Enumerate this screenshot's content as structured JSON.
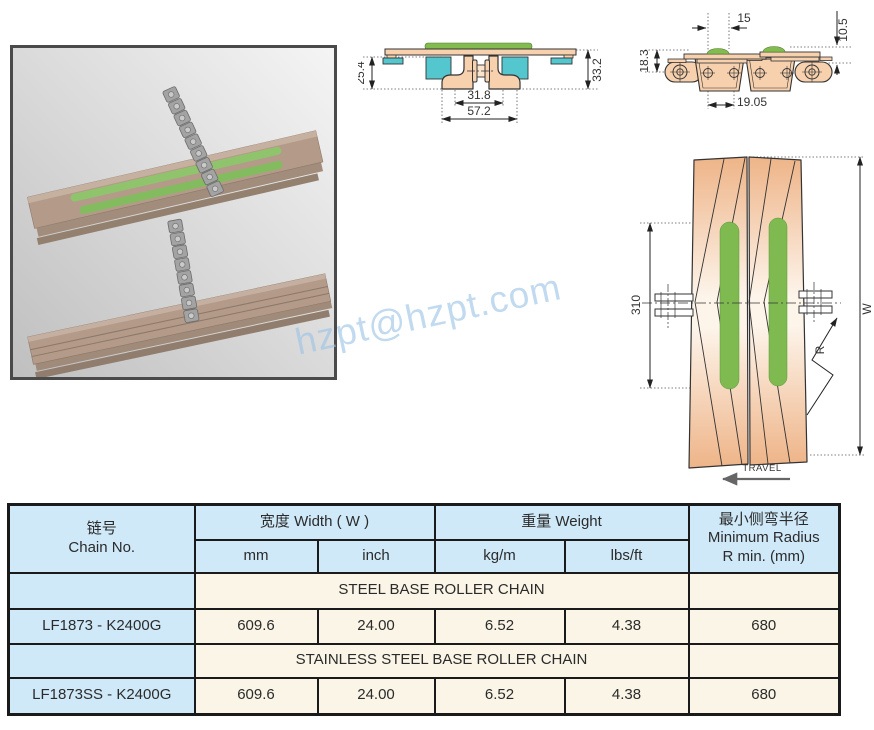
{
  "watermark": {
    "text": "hzpt@hzpt.com",
    "color": "#9cc4e6"
  },
  "drawings": {
    "colors": {
      "peach": "#f7d0ad",
      "teal": "#54c6cd",
      "green": "#82bb4f",
      "outline": "#333333"
    },
    "cross_section": {
      "dim_left": "25.4",
      "dim_right": "33.2",
      "dim_inner": "31.8",
      "dim_outer": "57.2"
    },
    "side_view": {
      "dim_top": "15",
      "dim_height": "10.5",
      "dim_left": "18.3",
      "dim_pitch": "19.05"
    },
    "top_view": {
      "dim_length": "310",
      "dim_width": "W",
      "dim_radius": "R",
      "travel": "TRAVEL"
    }
  },
  "table": {
    "colors": {
      "header_bg": "#cfe9f8",
      "cell_bg": "#faf5e6",
      "border": "#1a1a1a"
    },
    "header": {
      "chain_zh": "链号",
      "chain_en": "Chain No.",
      "width": "宽度 Width ( W )",
      "weight": "重量 Weight",
      "radius_zh": "最小侧弯半径",
      "radius_en1": "Minimum Radius",
      "radius_en2": "R min. (mm)"
    },
    "units": [
      "mm",
      "inch",
      "kg/m",
      "lbs/ft"
    ],
    "sections": [
      {
        "category": "STEEL BASE ROLLER CHAIN",
        "row": {
          "chain_no": "LF1873 - K2400G",
          "width_mm": "609.6",
          "width_inch": "24.00",
          "weight_kgm": "6.52",
          "weight_lbsft": "4.38",
          "radius": "680"
        }
      },
      {
        "category": "STAINLESS STEEL BASE ROLLER CHAIN",
        "row": {
          "chain_no": "LF1873SS - K2400G",
          "width_mm": "609.6",
          "width_inch": "24.00",
          "weight_kgm": "6.52",
          "weight_lbsft": "4.38",
          "radius": "680"
        }
      }
    ]
  }
}
